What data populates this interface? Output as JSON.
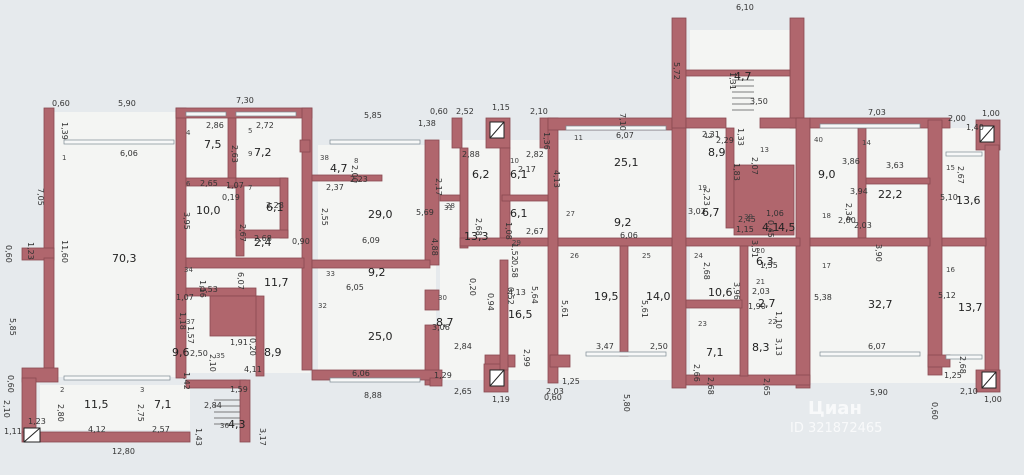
{
  "areas": [
    "70,3",
    "11,5",
    "7,1",
    "4,3",
    "7,5",
    "7,2",
    "10,0",
    "6,1",
    "2,4",
    "11,7",
    "9,6",
    "8,9",
    "4,7",
    "29,0",
    "9,2",
    "25,0",
    "6,2",
    "13,3",
    "8,7",
    "16,5",
    "6,1",
    "6,1",
    "25,1",
    "9,2",
    "19,5",
    "14,0",
    "8,9",
    "4,7",
    "6,7",
    "4,1",
    "4,5",
    "10,6",
    "6,3",
    "2,7",
    "7,1",
    "8,3",
    "9,0",
    "22,2",
    "32,7",
    "13,6",
    "13,7"
  ],
  "dims": [
    "0,60",
    "5,90",
    "1,39",
    "6,06",
    "7,05",
    "1,23",
    "11,60",
    "0,60",
    "5,85",
    "0,60",
    "2,10",
    "2,80",
    "2,75",
    "4,12",
    "2,57",
    "1,43",
    "12,80",
    "1,23",
    "1,11",
    "7,30",
    "2,86",
    "2,72",
    "2,63",
    "2,65",
    "1,07",
    "0,19",
    "2,28",
    "3,95",
    "2,67",
    "2,68",
    "0,90",
    "6,07",
    "1,16",
    "1,07",
    "0,53",
    "1,18",
    "1,57",
    "1,91",
    "0,20",
    "2,10",
    "2,50",
    "1,42",
    "4,11",
    "1,59",
    "2,84",
    "3,17",
    "5,85",
    "1,38",
    "2,00",
    "2,37",
    "2,23",
    "2,55",
    "6,09",
    "5,69",
    "2,17",
    "4,88",
    "0,60",
    "2,52",
    "1,15",
    "2,10",
    "2,88",
    "2,82",
    "2,17",
    "2,68",
    "1,08",
    "1,52",
    "6,05",
    "6,06",
    "8,88",
    "1,29",
    "2,65",
    "1,19",
    "2,03",
    "0,60",
    "2,84",
    "2,99",
    "3,06",
    "0,20",
    "0,94",
    "0,52",
    "0,58",
    "4,13",
    "5,64",
    "1,36",
    "7,10",
    "6,07",
    "4,13",
    "2,67",
    "5,61",
    "6,06",
    "3,47",
    "2,50",
    "5,80",
    "1,25",
    "5,61",
    "6,10",
    "5,72",
    "1,31",
    "3,50",
    "1,33",
    "2,31",
    "2,29",
    "2,07",
    "1,83",
    "2,23",
    "3,02",
    "2,45",
    "1,15",
    "3,51",
    "1,06",
    "0,45",
    "2,68",
    "3,96",
    "1,55",
    "2,03",
    "1,90",
    "1,10",
    "3,13",
    "2,66",
    "2,68",
    "2,65",
    "7,03",
    "3,86",
    "3,63",
    "3,94",
    "2,34",
    "2,00",
    "2,03",
    "3,90",
    "5,38",
    "6,07",
    "5,90",
    "2,00",
    "1,40",
    "1,00",
    "2,67",
    "5,10",
    "5,12",
    "2,68",
    "0,60",
    "2,10",
    "1,00",
    "1,25"
  ],
  "room_nums": [
    "1",
    "2",
    "3",
    "4",
    "5",
    "6",
    "7",
    "8",
    "9",
    "10",
    "11",
    "12",
    "13",
    "14",
    "15",
    "16",
    "17",
    "18",
    "19",
    "20",
    "21",
    "22",
    "23",
    "24",
    "25",
    "26",
    "27",
    "28",
    "29",
    "30",
    "31",
    "32",
    "33",
    "34",
    "35",
    "36",
    "37",
    "38",
    "39",
    "40"
  ],
  "watermark": {
    "brand": "Циан",
    "id": "ID 321872465"
  }
}
